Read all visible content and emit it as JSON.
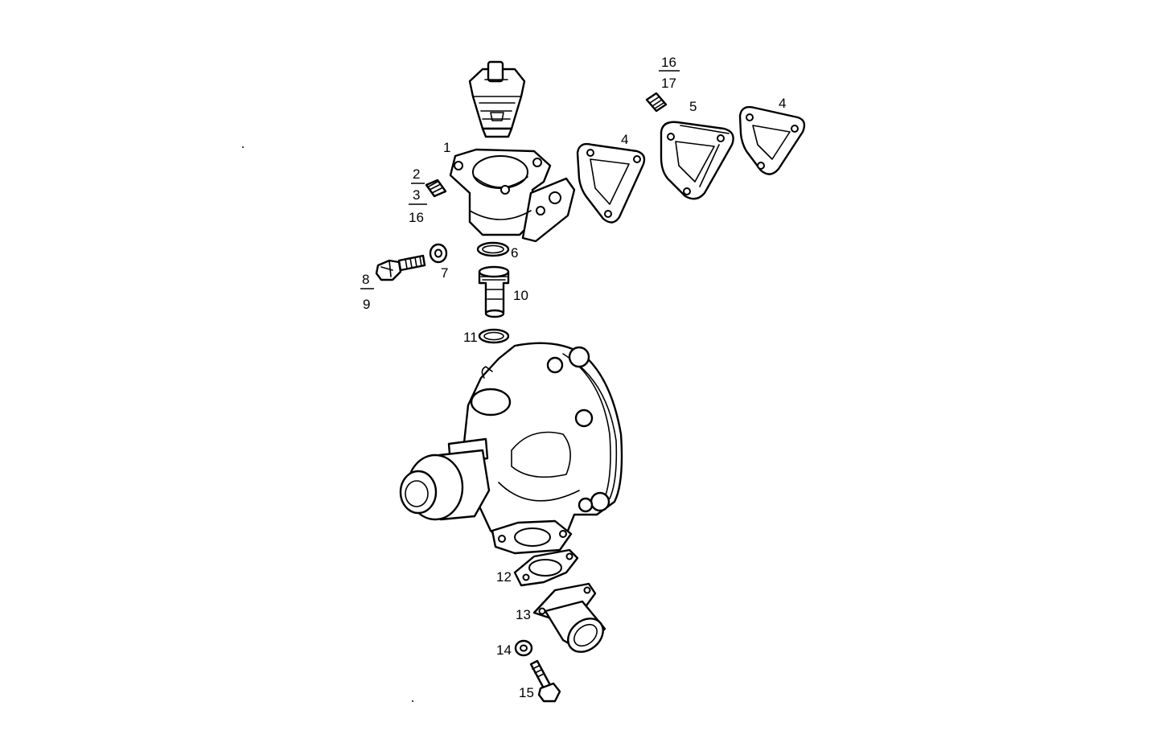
{
  "callouts": {
    "c1": "1",
    "c2": "2",
    "c3": "3",
    "c16a": "16",
    "c16b": "16",
    "c17": "17",
    "c4a": "4",
    "c4b": "4",
    "c5": "5",
    "c6": "6",
    "c7": "7",
    "c8": "8",
    "c9": "9",
    "c10": "10",
    "c11": "11",
    "c12": "12",
    "c13": "13",
    "c14": "14",
    "c15": "15"
  }
}
